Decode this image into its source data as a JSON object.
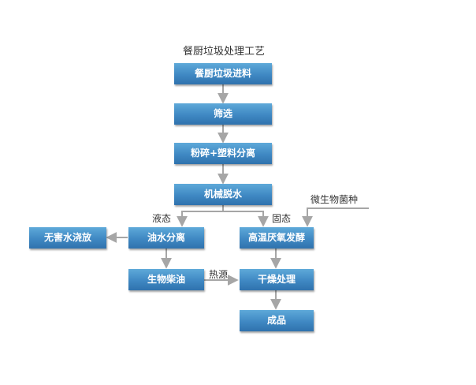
{
  "diagram": {
    "title": "餐厨垃圾处理工艺",
    "colors": {
      "box_top": "#5ea9d9",
      "box_bottom": "#2f72ad",
      "arrow": "#a6a6a6",
      "text_box": "#ffffff",
      "text_label": "#333333"
    },
    "nodes": {
      "intake": "餐厨垃圾进料",
      "screening": "筛选",
      "crush": "粉碎+塑料分离",
      "dewater": "机械脱水",
      "oil_sep": "油水分离",
      "discharge": "无害水浇放",
      "digest": "高温厌氧发酵",
      "biodiesel": "生物柴油",
      "dry": "干燥处理",
      "product": "成品"
    },
    "labels": {
      "liquid": "液态",
      "solid": "固态",
      "microbe": "微生物菌种",
      "heat": "热源"
    }
  }
}
